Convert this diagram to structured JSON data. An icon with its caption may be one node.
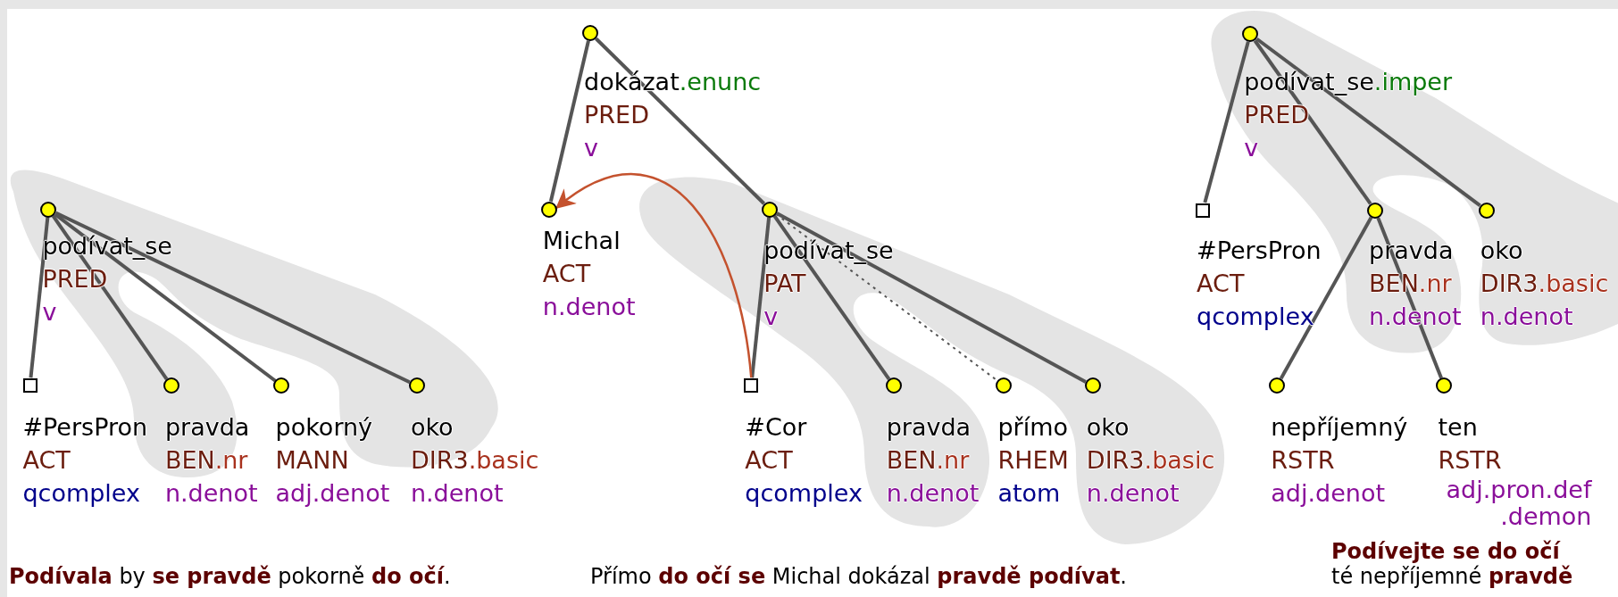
{
  "diagram": {
    "nodes": [
      {
        "text": [
          "podívat_se",
          "PRED",
          "v"
        ]
      },
      {
        "text": [
          "#PersPron",
          "ACT",
          "qcomplex"
        ]
      },
      {
        "text": [
          "pravda",
          "BEN.nr",
          "n.denot"
        ]
      },
      {
        "text": [
          "pokorný",
          "MANN",
          "adj.denot"
        ]
      },
      {
        "text": [
          "oko",
          "DIR3.basic",
          "n.denot"
        ]
      },
      {
        "text": [
          "dokázat.enunc",
          "PRED",
          "v"
        ]
      },
      {
        "text": [
          "Michal",
          "ACT",
          "n.denot"
        ]
      },
      {
        "text": [
          "podívat_se",
          "PAT",
          "v"
        ]
      },
      {
        "text": [
          "#Cor",
          "ACT",
          "qcomplex"
        ]
      },
      {
        "text": [
          "pravda",
          "BEN.nr",
          "n.denot"
        ]
      },
      {
        "text": [
          "přímo",
          "RHEM",
          "atom"
        ]
      },
      {
        "text": [
          "oko",
          "DIR3.basic",
          "n.denot"
        ]
      },
      {
        "text": [
          "podívat_se.imper",
          "PRED",
          "v"
        ]
      },
      {
        "text": [
          "#PersPron",
          "ACT",
          "qcomplex"
        ]
      },
      {
        "text": [
          "pravda",
          "BEN.nr",
          "n.denot"
        ]
      },
      {
        "text": [
          "oko",
          "DIR3.basic",
          "n.denot"
        ]
      },
      {
        "text": [
          "nepříjemný",
          "RSTR",
          "adj.denot"
        ]
      },
      {
        "text": [
          "ten",
          "RSTR",
          "adj.pron.def .demon"
        ]
      }
    ],
    "edges": [
      {
        "from": 0,
        "to": 1,
        "arrow": "none"
      },
      {
        "from": 0,
        "to": 2,
        "arrow": "none"
      },
      {
        "from": 0,
        "to": 3,
        "arrow": "none"
      },
      {
        "from": 0,
        "to": 4,
        "arrow": "none"
      },
      {
        "from": 5,
        "to": 6,
        "arrow": "none"
      },
      {
        "from": 5,
        "to": 7,
        "arrow": "none"
      },
      {
        "from": 7,
        "to": 8,
        "arrow": "none"
      },
      {
        "from": 7,
        "to": 9,
        "arrow": "none"
      },
      {
        "from": 7,
        "to": 10,
        "arrow": "none",
        "style": "dashed"
      },
      {
        "from": 7,
        "to": 11,
        "arrow": "none"
      },
      {
        "from": 8,
        "to": 6,
        "arrow": "to",
        "color": "#c4522e"
      },
      {
        "from": 12,
        "to": 13,
        "arrow": "none"
      },
      {
        "from": 12,
        "to": 14,
        "arrow": "none"
      },
      {
        "from": 12,
        "to": 15,
        "arrow": "none"
      },
      {
        "from": 14,
        "to": 16,
        "arrow": "none"
      },
      {
        "from": 14,
        "to": 17,
        "arrow": "none"
      }
    ],
    "labels": [
      "**Podívala** by **se pravdě** pokorně **do očí**.",
      "Přímo **do očí se** Michal dokázal **pravdě podívat**.",
      "**Podívejte se do očí** té nepříjemné **pravdě**"
    ]
  }
}
